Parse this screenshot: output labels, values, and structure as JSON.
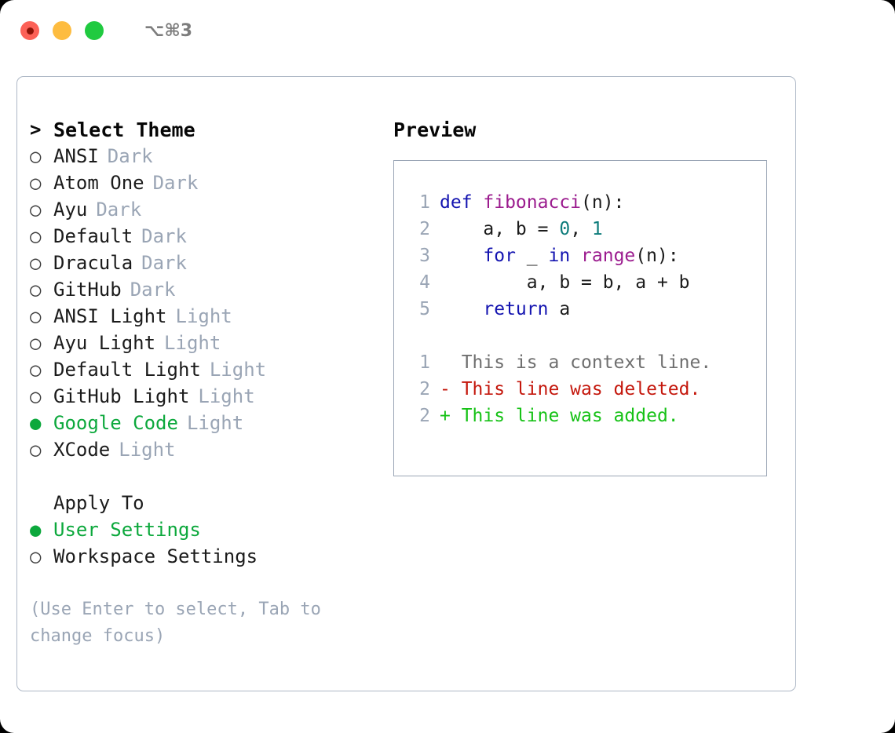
{
  "titlebar": {
    "shortcut": "⌥⌘3",
    "lights": [
      "close",
      "minimize",
      "maximize"
    ]
  },
  "left": {
    "header": "Select Theme",
    "caret": ">",
    "marker_unselected": "○",
    "marker_selected": "●",
    "themes": [
      {
        "name": "ANSI",
        "kind": "Dark",
        "selected": false
      },
      {
        "name": "Atom One",
        "kind": "Dark",
        "selected": false
      },
      {
        "name": "Ayu",
        "kind": "Dark",
        "selected": false
      },
      {
        "name": "Default",
        "kind": "Dark",
        "selected": false
      },
      {
        "name": "Dracula",
        "kind": "Dark",
        "selected": false
      },
      {
        "name": "GitHub",
        "kind": "Dark",
        "selected": false
      },
      {
        "name": "ANSI Light",
        "kind": "Light",
        "selected": false
      },
      {
        "name": "Ayu Light",
        "kind": "Light",
        "selected": false
      },
      {
        "name": "Default Light",
        "kind": "Light",
        "selected": false
      },
      {
        "name": "GitHub Light",
        "kind": "Light",
        "selected": false
      },
      {
        "name": "Google Code",
        "kind": "Light",
        "selected": true
      },
      {
        "name": "XCode",
        "kind": "Light",
        "selected": false
      }
    ],
    "apply_to_title": "Apply To",
    "apply_to": [
      {
        "name": "User Settings",
        "selected": true
      },
      {
        "name": "Workspace Settings",
        "selected": false
      }
    ],
    "hint": "(Use Enter to select, Tab to change focus)"
  },
  "preview": {
    "title": "Preview",
    "code": [
      {
        "no": "1",
        "tokens": [
          {
            "t": "def ",
            "c": "kw"
          },
          {
            "t": "fibonacci",
            "c": "fn"
          },
          {
            "t": "(n):",
            "c": "punc"
          }
        ]
      },
      {
        "no": "2",
        "tokens": [
          {
            "t": "    a, b = ",
            "c": "id"
          },
          {
            "t": "0",
            "c": "num"
          },
          {
            "t": ", ",
            "c": "punc"
          },
          {
            "t": "1",
            "c": "num"
          }
        ]
      },
      {
        "no": "3",
        "tokens": [
          {
            "t": "    ",
            "c": "id"
          },
          {
            "t": "for ",
            "c": "kw"
          },
          {
            "t": "_ ",
            "c": "id"
          },
          {
            "t": "in ",
            "c": "kw"
          },
          {
            "t": "range",
            "c": "fn"
          },
          {
            "t": "(n):",
            "c": "punc"
          }
        ]
      },
      {
        "no": "4",
        "tokens": [
          {
            "t": "        a, b = b, a + b",
            "c": "id"
          }
        ]
      },
      {
        "no": "5",
        "tokens": [
          {
            "t": "    ",
            "c": "id"
          },
          {
            "t": "return ",
            "c": "kw"
          },
          {
            "t": "a",
            "c": "id"
          }
        ]
      }
    ],
    "diff": [
      {
        "no": "1",
        "sign": " ",
        "text": "This is a context line.",
        "kind": "ctx"
      },
      {
        "no": "2",
        "sign": "-",
        "text": "This line was deleted.",
        "kind": "del"
      },
      {
        "no": "2",
        "sign": "+",
        "text": "This line was added.",
        "kind": "add"
      }
    ]
  },
  "colors": {
    "accent_green": "#0CA83C",
    "muted": "#9AA5B5",
    "keyword": "#1414B0",
    "function": "#9B1B8E",
    "number": "#0E7C7B",
    "diff_delete": "#C4170C",
    "diff_add": "#17C217",
    "border": "#AEB8C6"
  }
}
